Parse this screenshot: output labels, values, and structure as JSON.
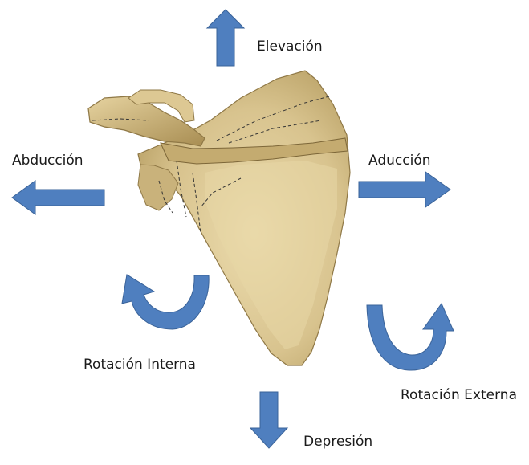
{
  "labels": {
    "elevation": "Elevación",
    "abduction": "Abducción",
    "adduction": "Aducción",
    "internal_rotation": "Rotación Interna",
    "external_rotation": "Rotación Externa",
    "depression": "Depresión"
  },
  "colors": {
    "arrow_fill": "#4f7fbf",
    "arrow_stroke": "#3a6399",
    "bone_fill": "#d8c38e",
    "bone_shadow": "#b39a5e",
    "bone_highlight": "#ecdcae",
    "text": "#1a1a1a",
    "background": "#ffffff"
  }
}
